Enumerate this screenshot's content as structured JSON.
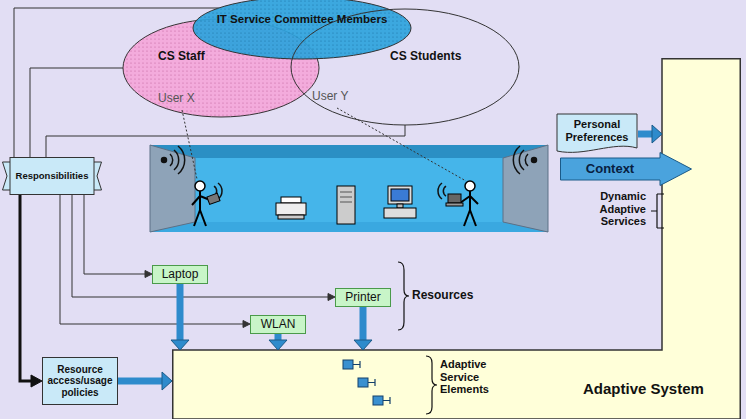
{
  "diagram": {
    "nodes": [
      {
        "text": [
          "IT Service Committee Members"
        ]
      },
      {
        "text": [
          "CS Staff",
          "User X"
        ]
      },
      {
        "text": [
          "CS Students",
          "User Y"
        ]
      },
      {
        "text": [
          "Personal Preferences"
        ]
      },
      {
        "text": [
          "Responsibilities"
        ]
      },
      {
        "text": [
          "Context"
        ]
      },
      {
        "text": [
          "Laptop"
        ]
      },
      {
        "text": [
          "Printer"
        ]
      },
      {
        "text": [
          "WLAN"
        ]
      },
      {
        "text": [
          "Resource access/usage policies"
        ]
      },
      {
        "text": [
          "Adaptive System"
        ]
      }
    ],
    "edges": [
      {
        "from": 4,
        "to": 0,
        "arrow": "none"
      },
      {
        "from": 4,
        "to": 1,
        "arrow": "none"
      },
      {
        "from": 4,
        "to": 2,
        "arrow": "none"
      },
      {
        "from": 4,
        "to": 6,
        "arrow": "to"
      },
      {
        "from": 4,
        "to": 7,
        "arrow": "to"
      },
      {
        "from": 4,
        "to": 8,
        "arrow": "to"
      },
      {
        "from": 4,
        "to": 9,
        "arrow": "to"
      },
      {
        "from": 6,
        "to": 10,
        "arrow": "to"
      },
      {
        "from": 7,
        "to": 10,
        "arrow": "to"
      },
      {
        "from": 8,
        "to": 10,
        "arrow": "to"
      },
      {
        "from": 3,
        "to": 10,
        "arrow": "to"
      },
      {
        "from": 9,
        "to": 10,
        "arrow": "to"
      }
    ],
    "labels": [
      "Dynamic Adaptive Services",
      "Resources",
      "Adaptive Service Elements"
    ]
  }
}
